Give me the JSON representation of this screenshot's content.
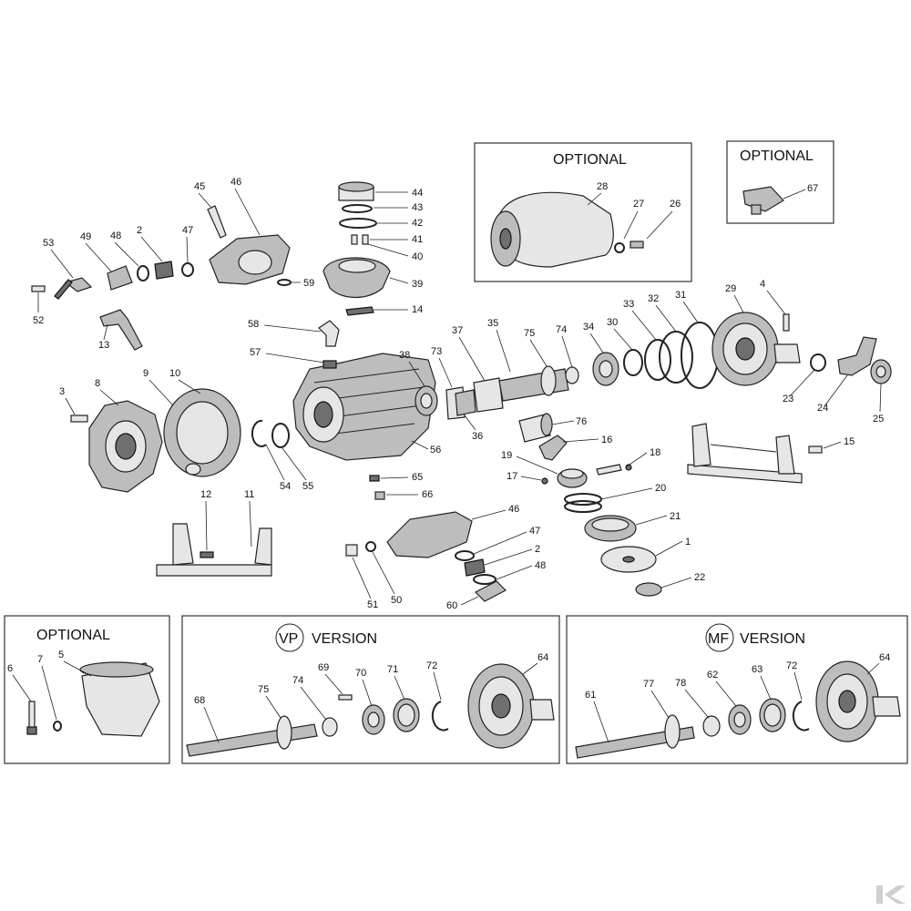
{
  "panels": {
    "optional_top": "OPTIONAL",
    "optional_right": "OPTIONAL",
    "optional_bottom": "OPTIONAL",
    "vp_badge": "VP",
    "vp_text": "VERSION",
    "mf_badge": "MF",
    "mf_text": "VERSION"
  },
  "labels": {
    "l1": "1",
    "l2a": "2",
    "l2b": "2",
    "l3": "3",
    "l4": "4",
    "l5": "5",
    "l6": "6",
    "l7": "7",
    "l8": "8",
    "l9": "9",
    "l10": "10",
    "l11": "11",
    "l12": "12",
    "l13": "13",
    "l14": "14",
    "l15": "15",
    "l16": "16",
    "l17": "17",
    "l18": "18",
    "l19": "19",
    "l20": "20",
    "l21": "21",
    "l22": "22",
    "l23": "23",
    "l24": "24",
    "l25": "25",
    "l26": "26",
    "l27": "27",
    "l28": "28",
    "l29": "29",
    "l30": "30",
    "l31": "31",
    "l32": "32",
    "l33": "33",
    "l34": "34",
    "l35": "35",
    "l36": "36",
    "l37": "37",
    "l38": "38",
    "l39": "39",
    "l40": "40",
    "l41": "41",
    "l42": "42",
    "l43": "43",
    "l44": "44",
    "l45": "45",
    "l46a": "46",
    "l46b": "46",
    "l47a": "47",
    "l47b": "47",
    "l48a": "48",
    "l48b": "48",
    "l49": "49",
    "l50": "50",
    "l51": "51",
    "l52": "52",
    "l53": "53",
    "l54": "54",
    "l55": "55",
    "l56": "56",
    "l57": "57",
    "l58": "58",
    "l59": "59",
    "l60": "60",
    "l61": "61",
    "l62": "62",
    "l63": "63",
    "l64a": "64",
    "l64b": "64",
    "l65": "65",
    "l66": "66",
    "l67": "67",
    "l68": "68",
    "l69": "69",
    "l70": "70",
    "l71": "71",
    "l72a": "72",
    "l72b": "72",
    "l73": "73",
    "l74a": "74",
    "l74b": "74",
    "l75a": "75",
    "l75b": "75",
    "l76": "76",
    "l77": "77",
    "l78": "78"
  }
}
